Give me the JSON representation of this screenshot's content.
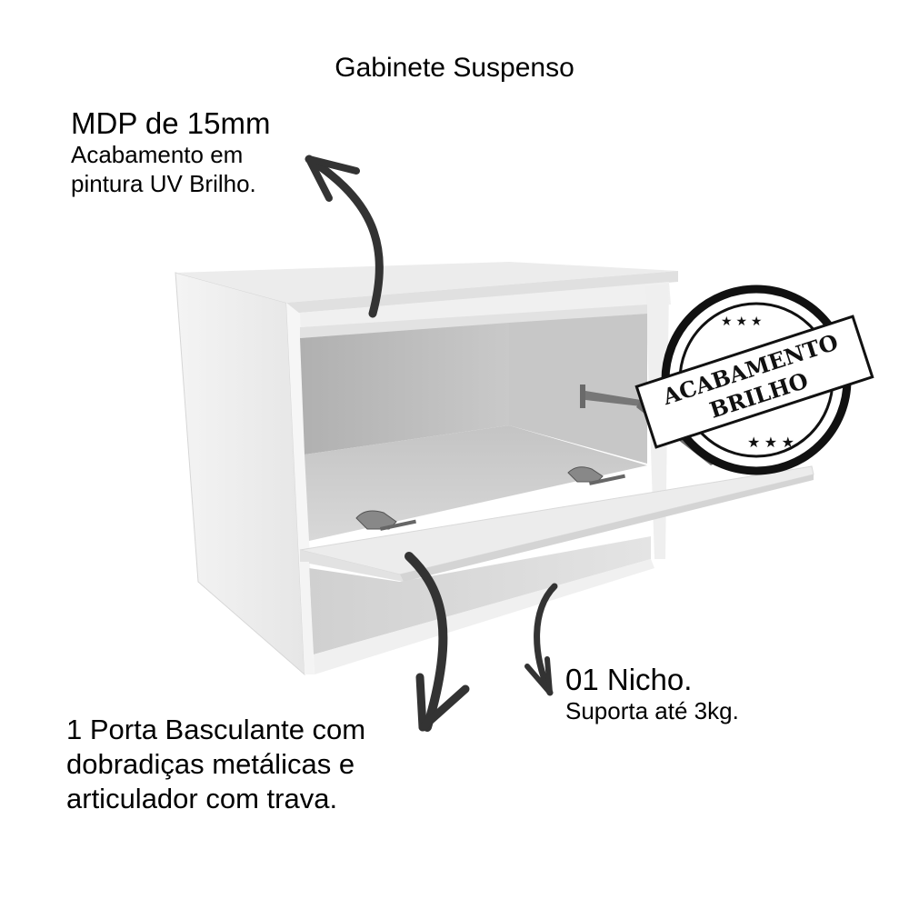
{
  "title": "Gabinete Suspenso",
  "annotations": {
    "material": {
      "heading": "MDP de 15mm",
      "lines": [
        "Acabamento em",
        "pintura UV Brilho."
      ]
    },
    "door": {
      "lines": [
        "1 Porta Basculante com",
        "dobradiças metálicas e",
        "articulador com trava."
      ]
    },
    "niche": {
      "heading": "01 Nicho.",
      "line": "Suporta até 3kg."
    }
  },
  "stamp": {
    "line1": "ACABAMENTO",
    "line2": "BRILHO"
  },
  "colors": {
    "cabinet_white": "#f2f2f2",
    "cabinet_shadow": "#c8c8c8",
    "interior_dark": "#a9a9a9",
    "arrow": "#333333",
    "stamp": "#111111"
  }
}
